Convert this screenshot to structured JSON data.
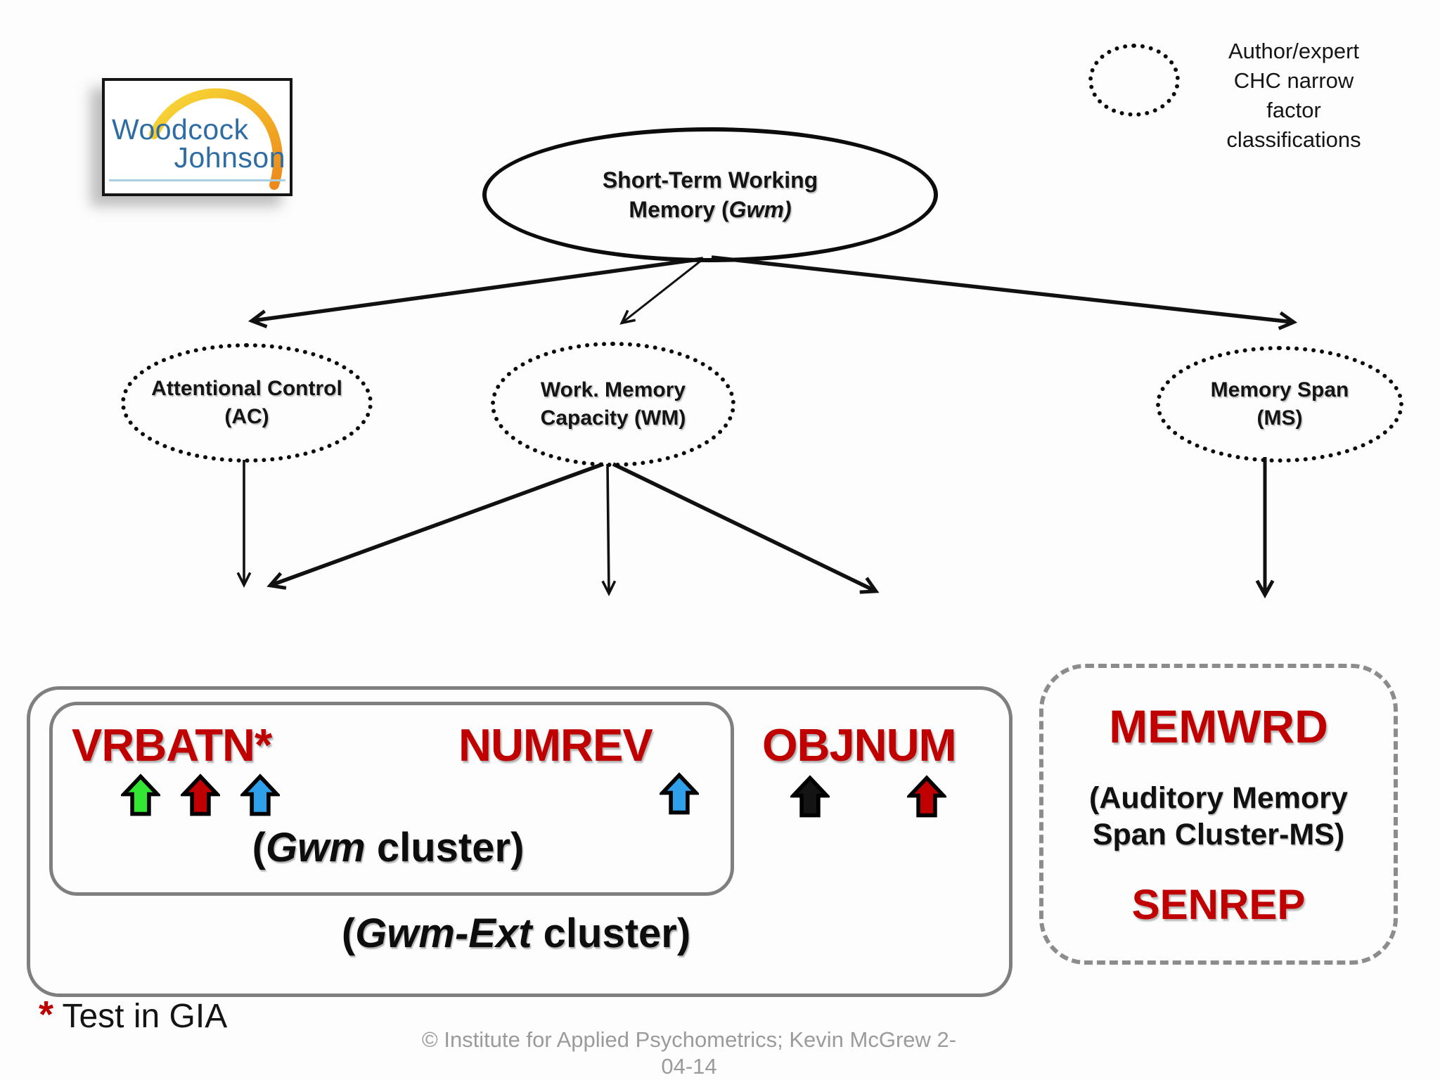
{
  "colors": {
    "test_red": "#c00000",
    "arrow_green": "#33e633",
    "arrow_red": "#c00000",
    "arrow_blue": "#2e9fe8",
    "arrow_black": "#141414",
    "box_gray": "#7f7f7f",
    "copyright_gray": "#9b9b9b",
    "logo_blue": "#2e6da4"
  },
  "logo": {
    "word1": "Woodcock",
    "word2": "Johnson"
  },
  "legend": {
    "label_lines": [
      "Author/expert",
      "CHC narrow",
      "factor",
      "classifications"
    ]
  },
  "nodes": {
    "root": {
      "line1": "Short-Term Working",
      "line2_prefix": "Memory (",
      "line2_italic": "Gwm)"
    },
    "ac": {
      "line1": "Attentional Control",
      "line2": "(AC)"
    },
    "wm": {
      "line1": "Work. Memory",
      "line2": "Capacity (WM)"
    },
    "ms": {
      "line1": "Memory Span",
      "line2": "(MS)"
    }
  },
  "clusters": {
    "gwm": {
      "tests": [
        {
          "name": "VRBATN*",
          "arrows": [
            "#33e633",
            "#c00000",
            "#2e9fe8"
          ]
        },
        {
          "name": "NUMREV",
          "arrows": [
            "#2e9fe8"
          ]
        }
      ],
      "label_prefix": "(",
      "label_italic": "Gwm",
      "label_suffix": " cluster)"
    },
    "gwm_ext": {
      "tests": [
        {
          "name": "OBJNUM",
          "arrows": [
            "#141414",
            "#c00000"
          ]
        }
      ],
      "label_prefix": "(",
      "label_italic": "Gwm-Ext",
      "label_suffix": " cluster)"
    },
    "ms": {
      "test1": "MEMWRD",
      "subtitle": "(Auditory Memory Span Cluster-MS)",
      "test2": "SENREP"
    }
  },
  "footnote": {
    "star": "*",
    "text": " Test in GIA"
  },
  "copyright": {
    "line1": "© Institute for Applied Psychometrics;  Kevin McGrew 2-",
    "line2": "04-14"
  }
}
